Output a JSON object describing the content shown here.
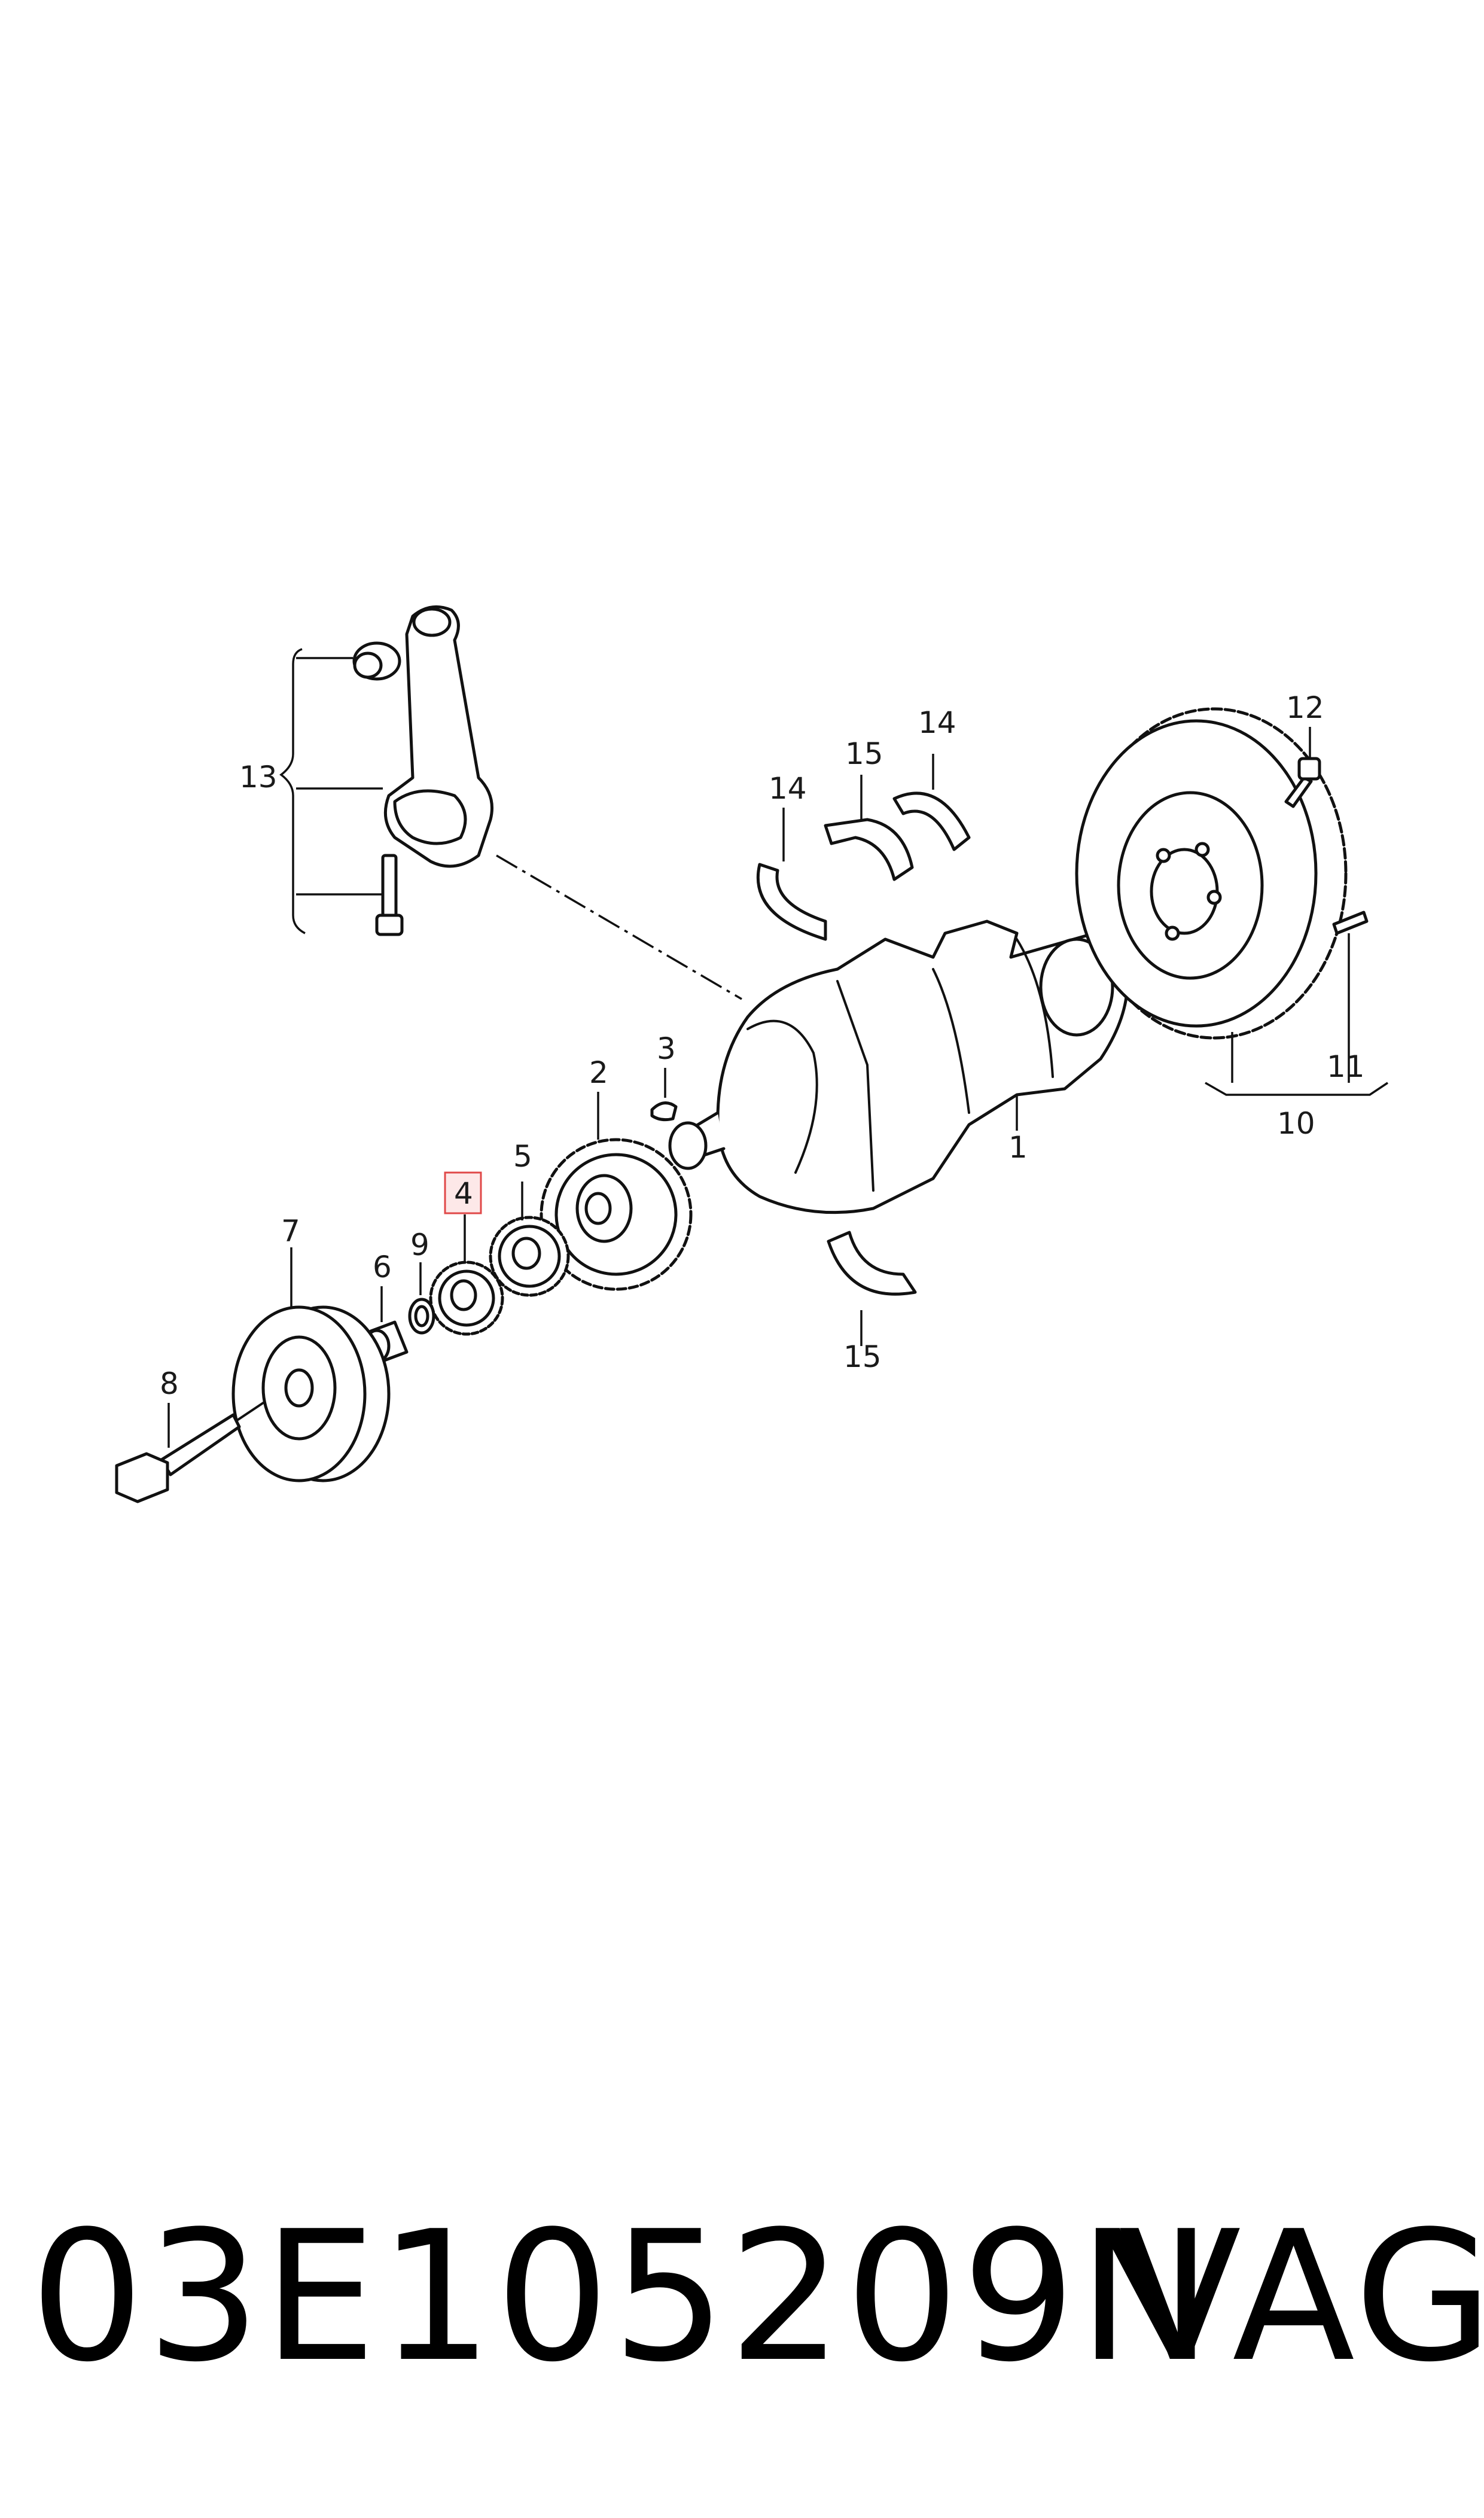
{
  "diagram": {
    "callouts": {
      "c1": "1",
      "c2": "2",
      "c3": "3",
      "c4": "4",
      "c5": "5",
      "c6": "6",
      "c7": "7",
      "c8": "8",
      "c9": "9",
      "c10": "10",
      "c11": "11",
      "c12": "12",
      "c13": "13",
      "c14a": "14",
      "c14b": "14",
      "c15a": "15",
      "c15b": "15"
    },
    "highlighted_callout": "4",
    "highlight_color": "#e04848"
  },
  "footer": {
    "part_number": "03E105209N",
    "brand": "VAG"
  }
}
